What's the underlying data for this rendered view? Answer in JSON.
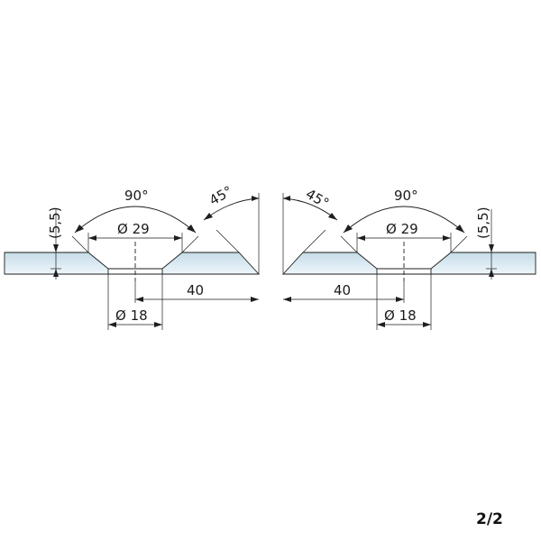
{
  "left_detail": {
    "angle_90_label": "90°",
    "angle_45_label": "45°",
    "dia_29_label": "Ø 29",
    "dia_18_label": "Ø 18",
    "dist_40_label": "40",
    "thickness_label": "(5,5)"
  },
  "right_detail": {
    "angle_90_label": "90°",
    "angle_45_label": "45°",
    "dia_29_label": "Ø 29",
    "dia_18_label": "Ø 18",
    "dist_40_label": "40",
    "thickness_label": "(5,5)"
  },
  "page_number": "2/2",
  "colors": {
    "glass_top": "#c9dde8",
    "glass_bottom": "#eaf3f8",
    "line": "#1e1e1e"
  }
}
